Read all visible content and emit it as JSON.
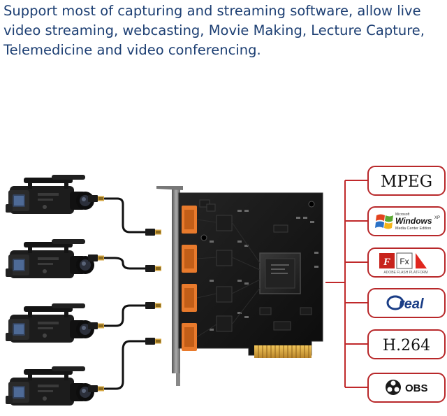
{
  "headline": "Support most of capturing and streaming software, allow live video streaming, webcasting, Movie Making, Lecture Capture, Telemedicine and video conferencing.",
  "software": {
    "mpeg": "MPEG",
    "windows": {
      "microsoft": "Microsoft",
      "name": "Windows",
      "xp": "XP",
      "edition": "Media Center Edition"
    },
    "flash": {
      "f": "F",
      "fx": "Fx",
      "platform": "ADOBE FLASH PLATFORM"
    },
    "real": "real",
    "h264": "H.264",
    "obs": "OBS"
  },
  "colors": {
    "headline": "#1d3f73",
    "connector_lines": "#c0292b",
    "badge_border": "#b8282a",
    "pcb": "#141414",
    "hdmi_port": "#e87a2c",
    "gold_fingers": "#d9a63a"
  },
  "camera_count": 4,
  "hdmi_input_count": 4
}
